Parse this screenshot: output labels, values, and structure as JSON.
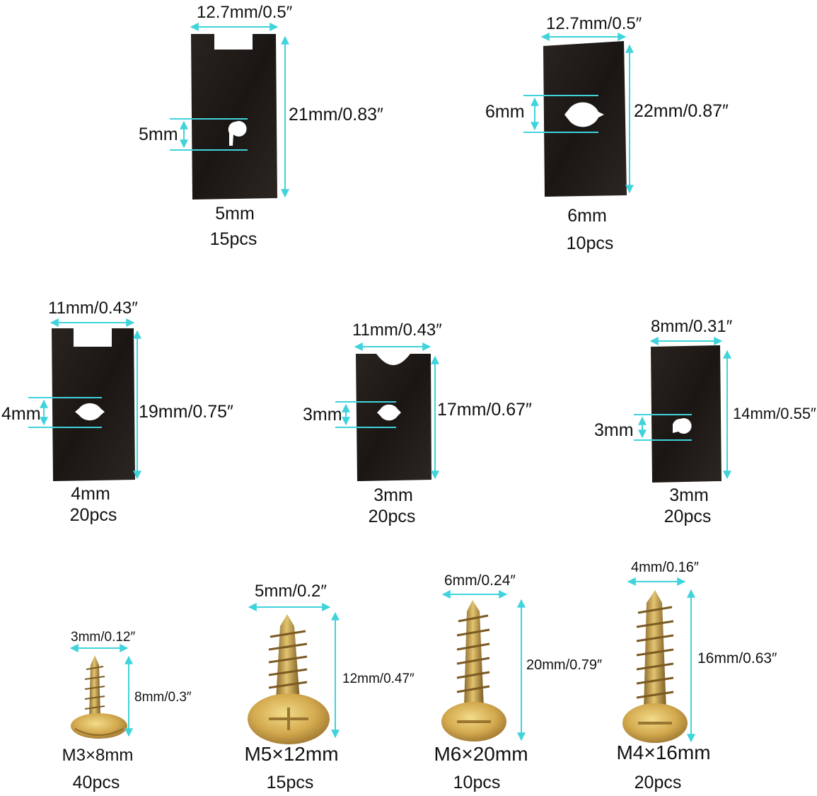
{
  "clips": [
    {
      "width": "12.7mm/0.5″",
      "height": "21mm/0.83″",
      "hole": "5mm",
      "size": "5mm",
      "qty": "15pcs"
    },
    {
      "width": "12.7mm/0.5″",
      "height": "22mm/0.87″",
      "hole": "6mm",
      "size": "6mm",
      "qty": "10pcs"
    },
    {
      "width": "11mm/0.43″",
      "height": "19mm/0.75″",
      "hole": "4mm",
      "size": "4mm",
      "qty": "20pcs"
    },
    {
      "width": "11mm/0.43″",
      "height": "17mm/0.67″",
      "hole": "3mm",
      "size": "3mm",
      "qty": "20pcs"
    },
    {
      "width": "8mm/0.31″",
      "height": "14mm/0.55″",
      "hole": "3mm",
      "size": "3mm",
      "qty": "20pcs"
    }
  ],
  "screws": [
    {
      "width": "3mm/0.12″",
      "length": "8mm/0.3″",
      "size": "M3×8mm",
      "qty": "40pcs"
    },
    {
      "width": "5mm/0.2″",
      "length": "12mm/0.47″",
      "size": "M5×12mm",
      "qty": "15pcs"
    },
    {
      "width": "6mm/0.24″",
      "length": "20mm/0.79″",
      "size": "M6×20mm",
      "qty": "10pcs"
    },
    {
      "width": "4mm/0.16″",
      "length": "16mm/0.63″",
      "size": "M4×16mm",
      "qty": "20pcs"
    }
  ],
  "colors": {
    "dimension_line": "#3fd3dc",
    "clip_metal": "#1c1815",
    "screw_zinc": "#c9a24a"
  }
}
